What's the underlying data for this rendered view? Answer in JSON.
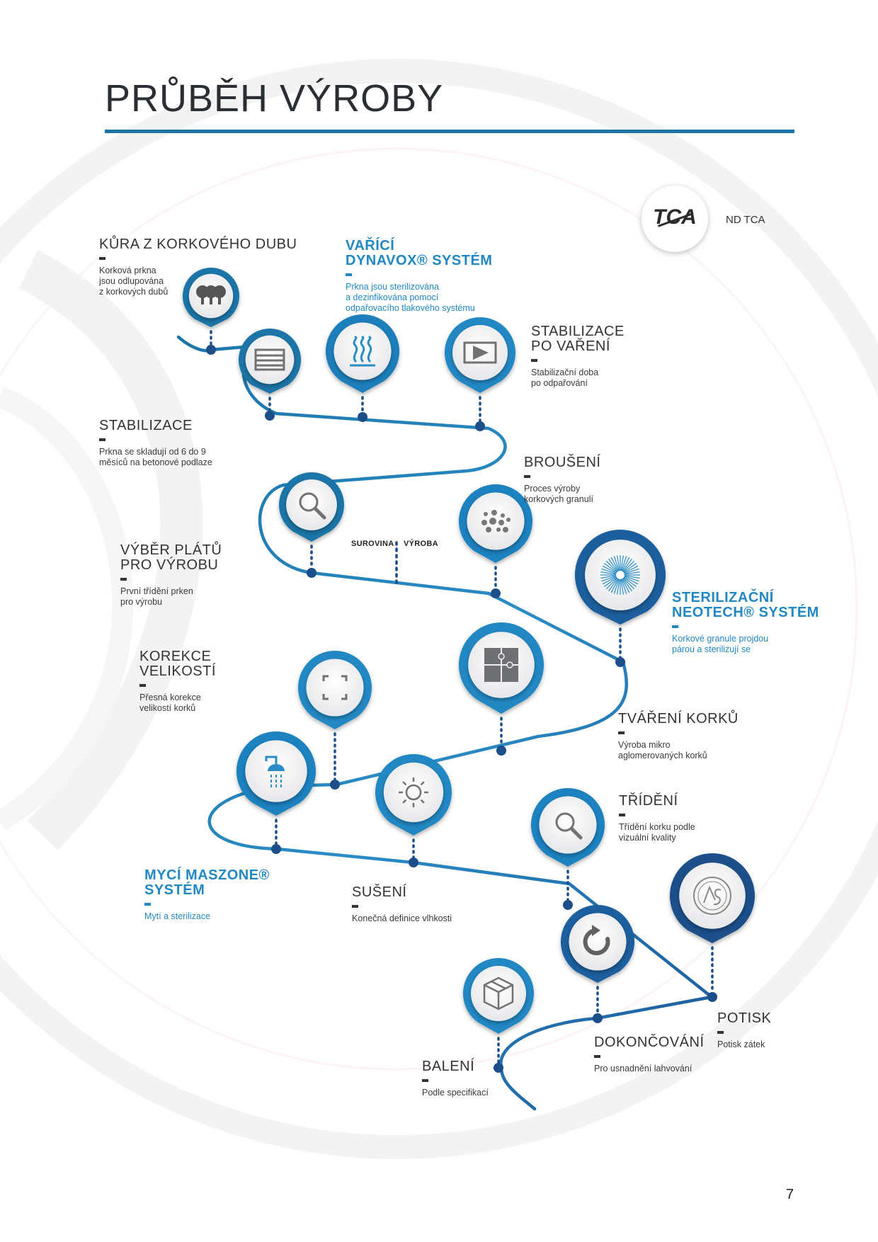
{
  "page": {
    "title": "PRŮBĚH VÝROBY",
    "page_number": "7"
  },
  "tca_badge": {
    "logo": "TCA",
    "label": "ND TCA"
  },
  "divider": {
    "left": "SUROVINA",
    "right": "VÝROBA"
  },
  "colors": {
    "primary": "#1c75a8",
    "accent": "#2288c4",
    "dark_blue": "#1c4f8a"
  },
  "steps": [
    {
      "title": "KŮRA Z KORKOVÉHO DUBU",
      "desc": "Korková prkna\njsou odlupována\nz korkových dubů",
      "icon": "trees-icon"
    },
    {
      "title": "STABILIZACE",
      "desc": "Prkna se skladují od 6 do 9\nměsíců na betonové podlaze",
      "icon": "pallet-icon"
    },
    {
      "title": "VAŘÍCÍ\nDYNAVOX® SYSTÉM",
      "desc": "Prkna jsou sterilizována\na dezinfikována pomocí\nodpařovacího tlakového systému",
      "icon": "steam-icon"
    },
    {
      "title": "STABILIZACE\nPO VAŘENÍ",
      "desc": "Stabilizační doba\npo odpařování",
      "icon": "stack-icon"
    },
    {
      "title": "BROUŠENÍ",
      "desc": "Proces výroby\nkorkových granulí",
      "icon": "granules-icon"
    },
    {
      "title": "VÝBĚR PLÁTŮ\nPRO VÝROBU",
      "desc": "První třídění prken\npro výrobu",
      "icon": "magnifier-icon"
    },
    {
      "title": "STERILIZAČNÍ\nNEOTECH® SYSTÉM",
      "desc": "Korkové granule projdou\npárou a sterilizují se",
      "icon": "burst-icon"
    },
    {
      "title": "TVÁŘENÍ KORKŮ",
      "desc": "Výroba mikro\naglomerovaných korků",
      "icon": "puzzle-icon"
    },
    {
      "title": "KOREKCE\nVELIKOSTÍ",
      "desc": "Přesná korekce\nvelikostí korků",
      "icon": "resize-icon"
    },
    {
      "title": "MYCÍ MASZONE®\nSYSTÉM",
      "desc": "Mytí a sterilizace",
      "icon": "shower-icon"
    },
    {
      "title": "SUŠENÍ",
      "desc": "Konečná definice vlhkosti",
      "icon": "sun-icon"
    },
    {
      "title": "TŘÍDĚNÍ",
      "desc": "Třídění korku podle\nvizuální kvality",
      "icon": "magnifier-icon"
    },
    {
      "title": "POTISK",
      "desc": "Potisk zátek",
      "icon": "stamp-icon"
    },
    {
      "title": "DOKONČOVÁNÍ",
      "desc": "Pro usnadnění lahvování",
      "icon": "refresh-icon"
    },
    {
      "title": "BALENÍ",
      "desc": "Podle specifikací",
      "icon": "box-icon"
    }
  ]
}
